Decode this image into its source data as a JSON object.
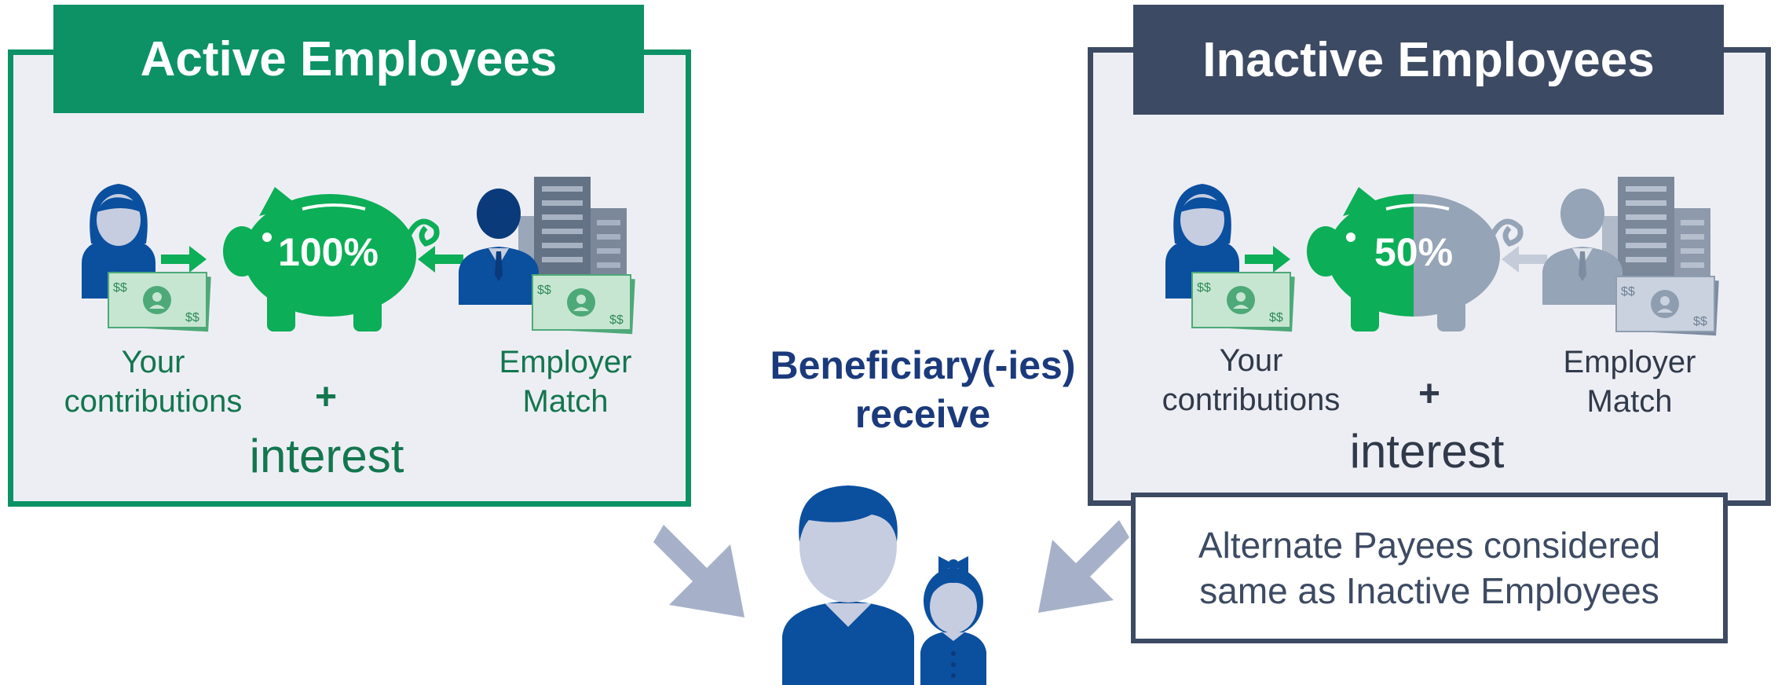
{
  "active": {
    "title": "Active Employees",
    "percent": "100%",
    "your_contributions": "Your\ncontributions",
    "employer_match": "Employer\nMatch",
    "plus": "+",
    "interest": "interest"
  },
  "inactive": {
    "title": "Inactive Employees",
    "percent": "50%",
    "your_contributions": "Your\ncontributions",
    "employer_match": "Employer\nMatch",
    "plus": "+",
    "interest": "interest"
  },
  "beneficiary": {
    "label": "Beneficiary(-ies)\nreceive"
  },
  "alternate_payees": {
    "text": "Alternate Payees considered same as Inactive Employees"
  },
  "colors": {
    "green": "#0c9265",
    "slate": "#3d4a63",
    "piggy_green": "#0cae57",
    "piggy_gray": "#95a4b6",
    "person_blue": "#0b4f9f",
    "arrow_gray": "#a6b1c9"
  },
  "icons": [
    "person-icon",
    "cash-icon",
    "arrow-right-icon",
    "piggy-bank-icon",
    "arrow-left-icon",
    "businessman-icon",
    "building-icon",
    "parent-child-icon",
    "arrow-down-right-icon",
    "arrow-down-left-icon"
  ]
}
